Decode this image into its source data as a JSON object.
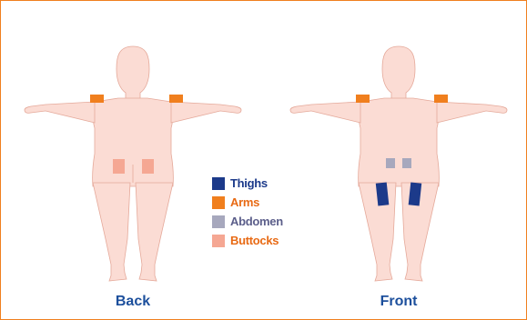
{
  "figures": [
    {
      "caption": "Back"
    },
    {
      "caption": "Front"
    }
  ],
  "legend": [
    {
      "label": "Thighs",
      "color": "#1c3a8a",
      "text_color": "#1c3a8a"
    },
    {
      "label": "Arms",
      "color": "#f07f1e",
      "text_color": "#e86a14"
    },
    {
      "label": "Abdomen",
      "color": "#a7a8bd",
      "text_color": "#5b5e8a"
    },
    {
      "label": "Buttocks",
      "color": "#f5a793",
      "text_color": "#e86a14"
    }
  ],
  "colors": {
    "frame_border": "#f07f1e",
    "body_fill": "#fbdcd4",
    "body_outline": "#e5a99a",
    "caption": "#1c4f9c"
  }
}
